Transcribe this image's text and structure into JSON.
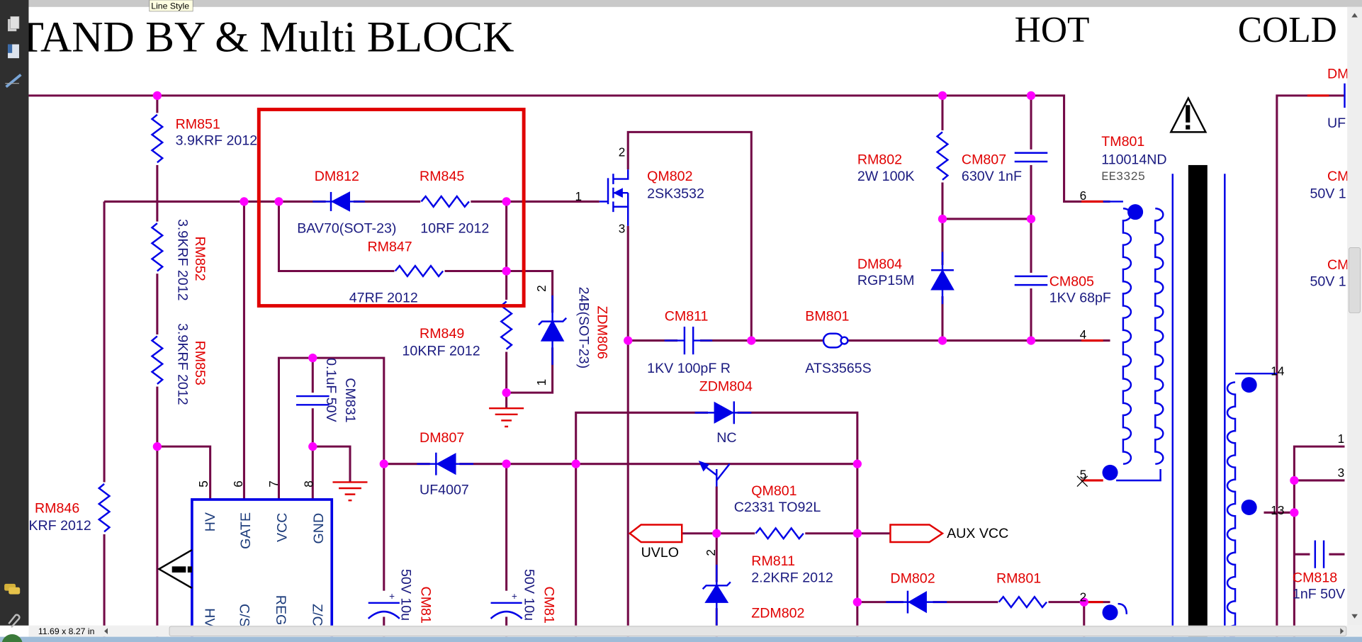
{
  "viewer": {
    "tooltip": "Line Style",
    "page_size": "11.69 x 8.27 in",
    "sidebar_icons": [
      "pages-icon",
      "bookmarks-icon",
      "signatures-icon",
      "comments-icon",
      "attachments-icon"
    ]
  },
  "sheet": {
    "title": "TAND BY & Multi BLOCK",
    "hot": "HOT",
    "cold": "COLD"
  },
  "colors": {
    "wire": "#730a47",
    "component": "#0000e6",
    "ref": "#e00000",
    "value": "#1a1a80",
    "junction": "#ff00ff",
    "highlight_box": "#e00000"
  },
  "parts": {
    "rm851": {
      "ref": "RM851",
      "val": "3.9KRF 2012"
    },
    "rm852": {
      "ref": "RM852",
      "val": "3.9KRF 2012"
    },
    "rm853": {
      "ref": "RM853",
      "val": "3.9KRF 2012"
    },
    "rm846": {
      "ref": "RM846",
      "val": "KRF 2012"
    },
    "dm812": {
      "ref": "DM812",
      "val": "BAV70(SOT-23)"
    },
    "rm845": {
      "ref": "RM845",
      "val": "10RF 2012"
    },
    "rm847": {
      "ref": "RM847",
      "val": "47RF 2012"
    },
    "rm849": {
      "ref": "RM849",
      "val": "10KRF 2012"
    },
    "zdm806": {
      "ref": "ZDM806",
      "val": "24B(SOT-23)"
    },
    "qm802": {
      "ref": "QM802",
      "val": "2SK3532"
    },
    "rm802": {
      "ref": "RM802",
      "val": "2W 100K"
    },
    "cm807": {
      "ref": "CM807",
      "val": "630V 1nF"
    },
    "dm804": {
      "ref": "DM804",
      "val": "RGP15M"
    },
    "cm805": {
      "ref": "CM805",
      "val": "1KV 68pF"
    },
    "tm801": {
      "ref": "TM801",
      "val": "110014ND",
      "core": "EE3325"
    },
    "cm811": {
      "ref": "CM811",
      "val": "1KV 100pF R"
    },
    "bm801": {
      "ref": "BM801",
      "val": "ATS3565S"
    },
    "zdm804": {
      "ref": "ZDM804",
      "val": "NC"
    },
    "cm831": {
      "ref": "CM831",
      "val": "0.1uF 50V"
    },
    "dm807": {
      "ref": "DM807",
      "val": "UF4007"
    },
    "qm801": {
      "ref": "QM801",
      "val": "C2331 TO92L"
    },
    "rm811": {
      "ref": "RM811",
      "val": "2.2KRF 2012"
    },
    "zdm802": {
      "ref": "ZDM802"
    },
    "dm802": {
      "ref": "DM802"
    },
    "rm801": {
      "ref": "RM801"
    },
    "cm81a": {
      "ref": "CM81",
      "val": "50V 10u"
    },
    "cm81b": {
      "ref": "CM81",
      "val": "50V 10u"
    },
    "cm818": {
      "ref": "CM818",
      "val": "1nF 50V"
    },
    "right_dm": {
      "ref": "DM",
      "val": "UF"
    },
    "right_cm1": {
      "ref": "CM",
      "val": "50V 1"
    },
    "right_cm2": {
      "ref": "CM",
      "val": "50V 1"
    }
  },
  "nets": {
    "uvlo": "UVLO",
    "aux_vcc": "AUX VCC"
  },
  "ic": {
    "pin_numbers": [
      "5",
      "6",
      "7",
      "8"
    ],
    "top_pins": [
      "HV",
      "GATE",
      "VCC",
      "GND"
    ],
    "bottom_pins": [
      "HV",
      "C/S",
      "REG",
      "Z/C"
    ]
  },
  "pin_labels": {
    "q_gate": "1",
    "q_drain": "2",
    "q_source": "3",
    "z_top": "2",
    "z_bot": "1",
    "qm801_2": "2",
    "t6": "6",
    "t4": "4",
    "t5": "5",
    "t2": "2",
    "t14": "14",
    "t13": "13",
    "r1": "1",
    "r3": "3"
  }
}
